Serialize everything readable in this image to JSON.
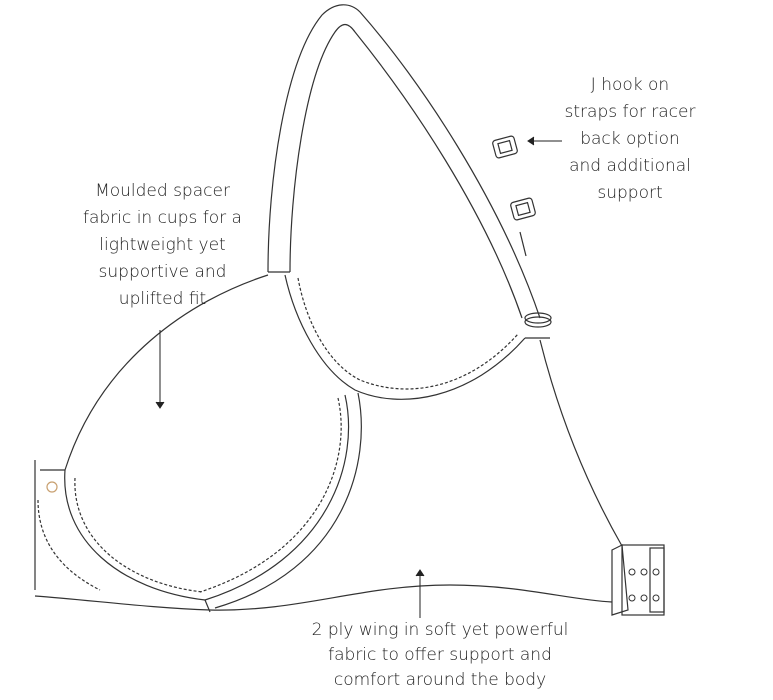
{
  "annotations": {
    "j_hook": [
      "J hook on",
      "straps for racer",
      "back option",
      "and additional",
      "support"
    ],
    "cups": [
      "Moulded spacer",
      "fabric in cups for a",
      "lightweight yet",
      "supportive and",
      "uplifted fit"
    ],
    "wing": [
      "2 ply wing in soft yet powerful",
      "fabric to offer support and",
      "comfort around the body"
    ]
  },
  "colors": {
    "line": "#333333",
    "accent": "#c8a070"
  }
}
